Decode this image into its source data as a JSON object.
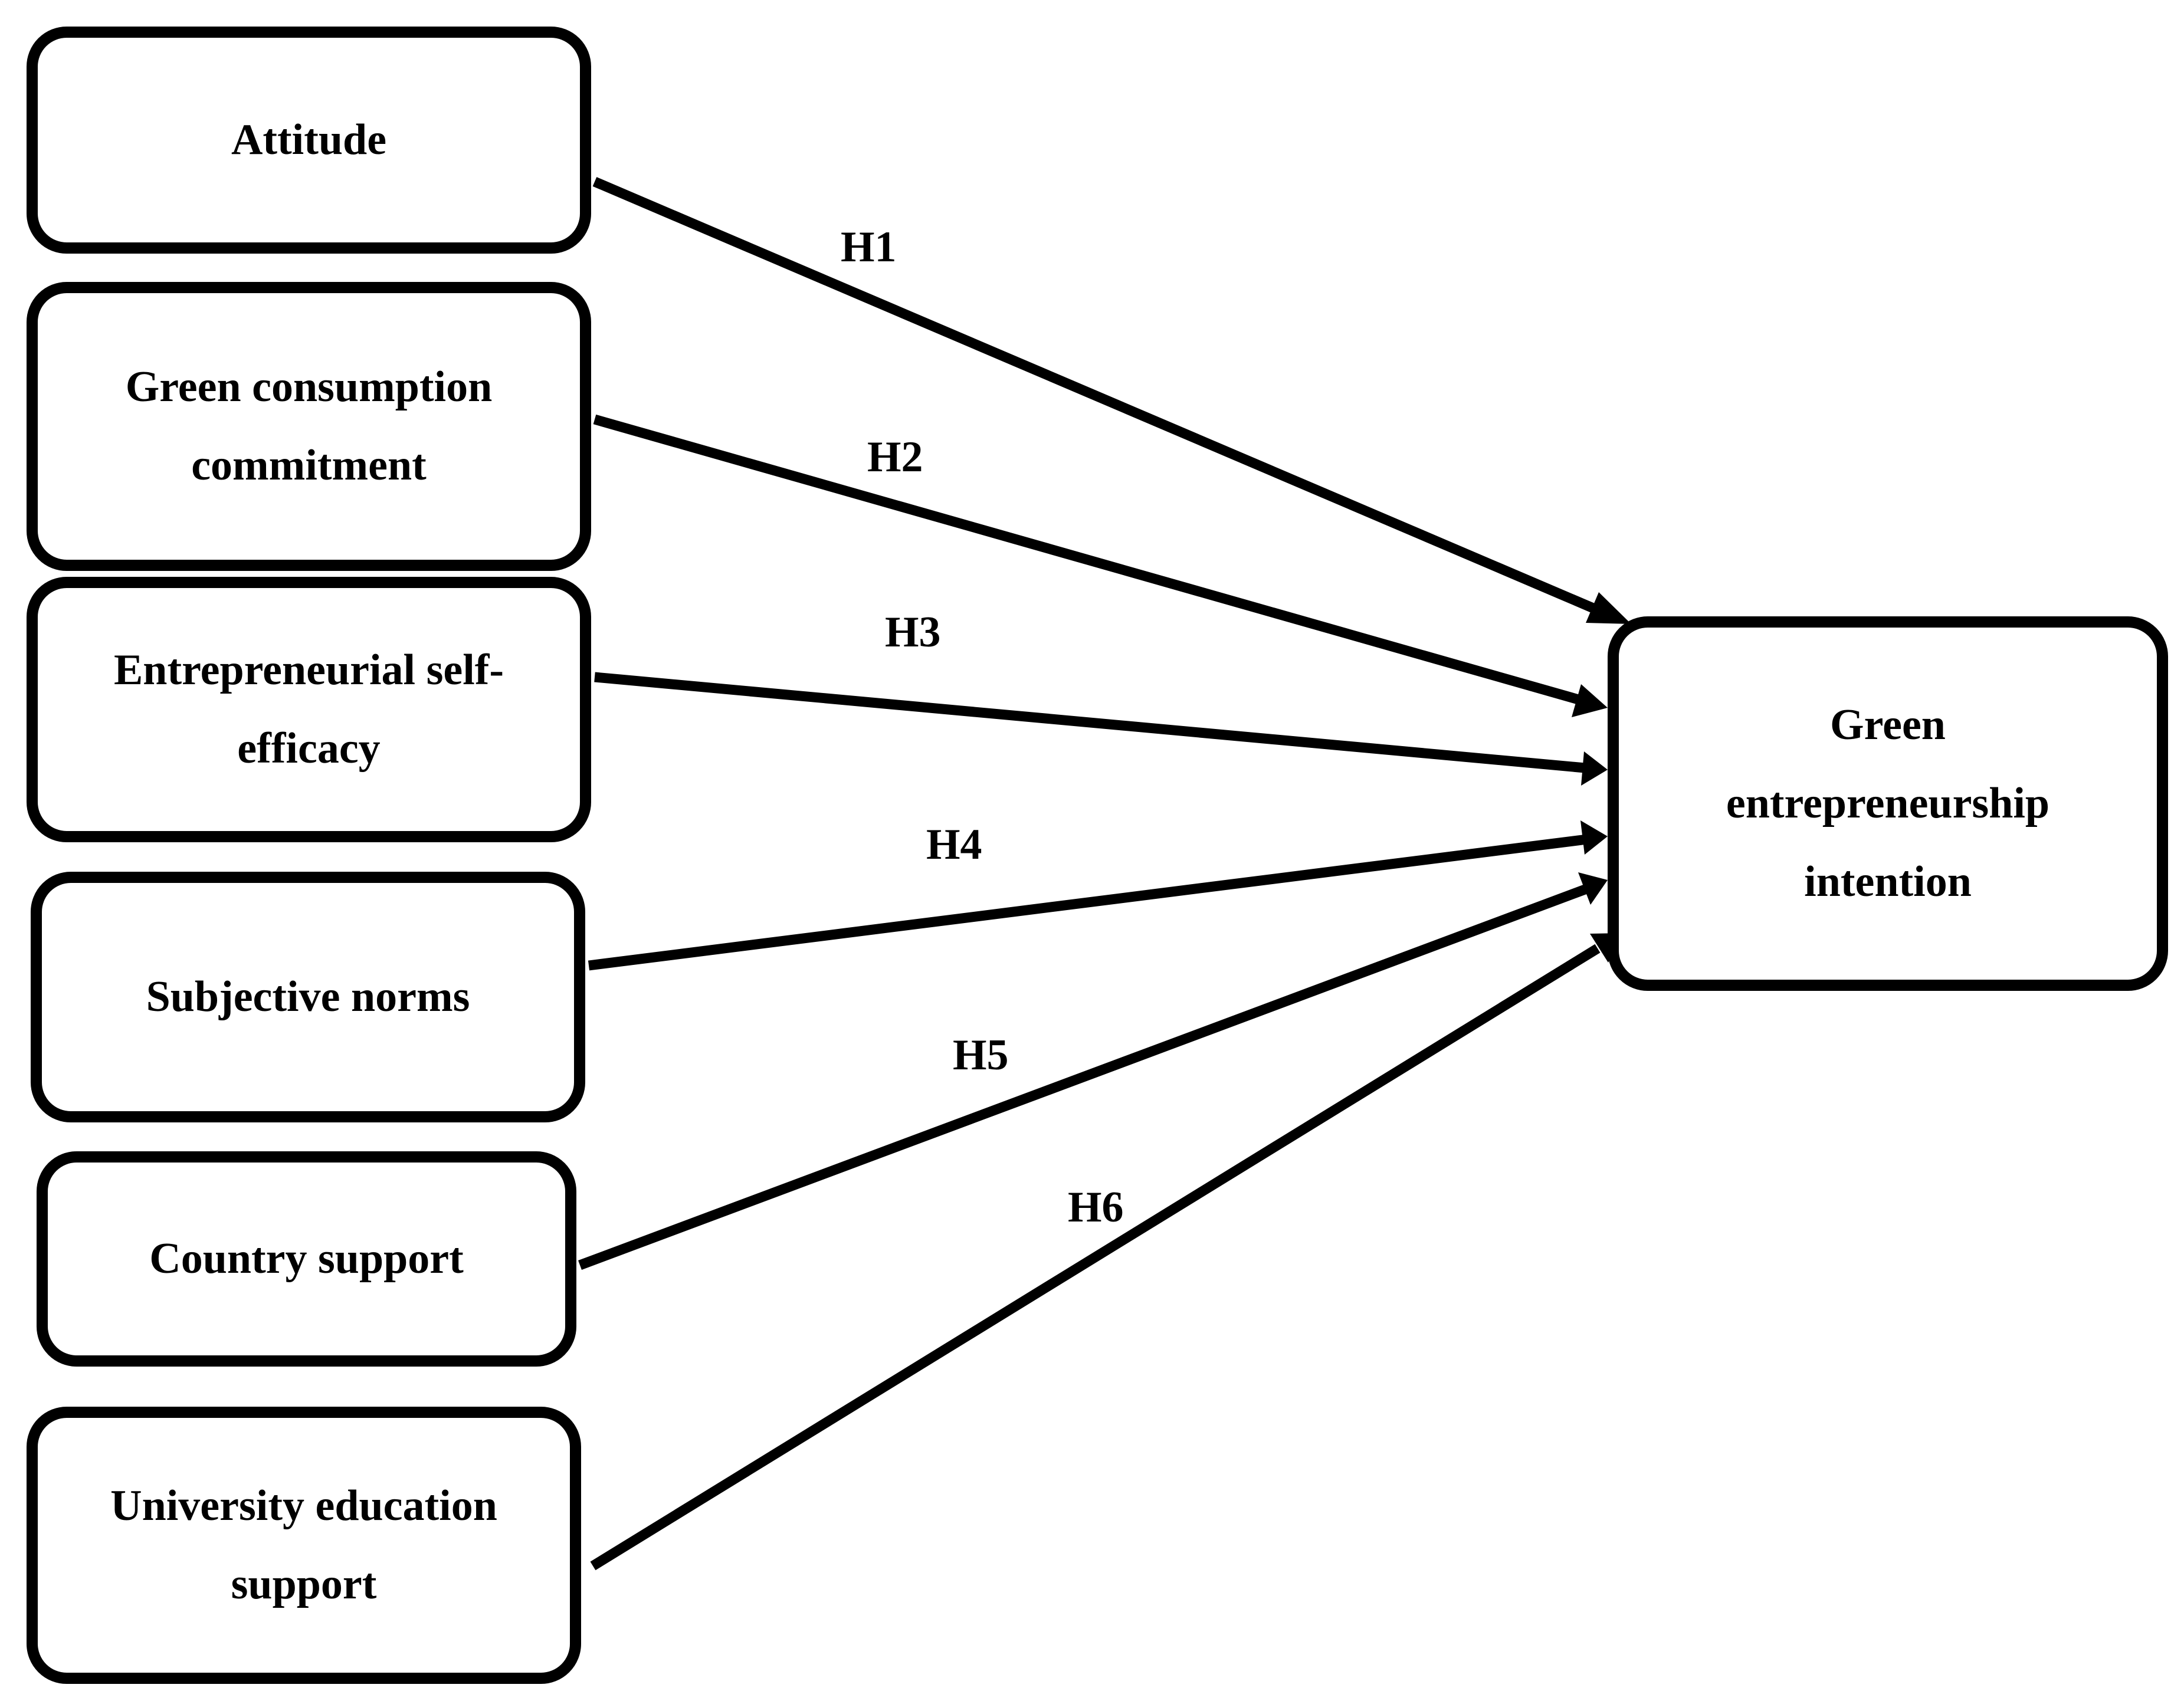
{
  "constructs": {
    "attitude": [
      "Attitude"
    ],
    "green_consumption_commitment": [
      "Green consumption",
      "commitment"
    ],
    "entrepreneurial_self_efficacy": [
      "Entrepreneurial self-",
      "efficacy"
    ],
    "subjective_norms": [
      "Subjective norms"
    ],
    "country_support": [
      "Country support"
    ],
    "university_education_support": [
      "University education",
      "support"
    ]
  },
  "outcome": [
    "Green",
    "entrepreneurship",
    "intention"
  ],
  "hypotheses": [
    {
      "label": "H1",
      "from": "attitude",
      "to": "outcome"
    },
    {
      "label": "H2",
      "from": "green_consumption_commitment",
      "to": "outcome"
    },
    {
      "label": "H3",
      "from": "entrepreneurial_self_efficacy",
      "to": "outcome"
    },
    {
      "label": "H4",
      "from": "subjective_norms",
      "to": "outcome"
    },
    {
      "label": "H5",
      "from": "country_support",
      "to": "outcome"
    },
    {
      "label": "H6",
      "from": "university_education_support",
      "to": "outcome"
    }
  ]
}
